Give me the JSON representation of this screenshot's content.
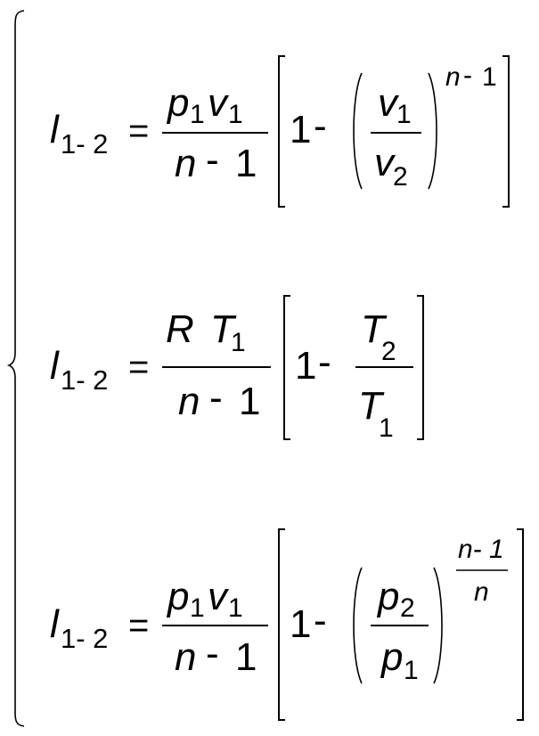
{
  "equations": [
    {
      "lhs": {
        "symbol": "l",
        "subscript": "1- 2"
      },
      "equals": "=",
      "numerator": [
        {
          "symbol": "p",
          "subscript": "1"
        },
        {
          "symbol": "v",
          "subscript": "1"
        }
      ],
      "denominator": {
        "left": "n",
        "minus": "-",
        "right": "1"
      },
      "bracket_one": "1",
      "bracket_minus": "-",
      "inner_numerator": {
        "symbol": "v",
        "subscript": "1"
      },
      "inner_denominator": {
        "symbol": "v",
        "subscript": "2"
      },
      "exponent": {
        "left": "n",
        "minus": "-",
        "right": "1"
      }
    },
    {
      "lhs": {
        "symbol": "l",
        "subscript": "1- 2"
      },
      "equals": "=",
      "numerator": [
        {
          "symbol": "R"
        },
        {
          "symbol": "T",
          "subscript": "1"
        }
      ],
      "denominator": {
        "left": "n",
        "minus": "-",
        "right": "1"
      },
      "bracket_one": "1",
      "bracket_minus": "-",
      "inner_numerator": {
        "symbol": "T",
        "subscript": "2"
      },
      "inner_denominator": {
        "symbol": "T",
        "subscript": "1"
      }
    },
    {
      "lhs": {
        "symbol": "l",
        "subscript": "1- 2"
      },
      "equals": "=",
      "numerator": [
        {
          "symbol": "p",
          "subscript": "1"
        },
        {
          "symbol": "v",
          "subscript": "1"
        }
      ],
      "denominator": {
        "left": "n",
        "minus": "-",
        "right": "1"
      },
      "bracket_one": "1",
      "bracket_minus": "-",
      "inner_numerator": {
        "symbol": "p",
        "subscript": "2"
      },
      "inner_denominator": {
        "symbol": "p",
        "subscript": "1"
      },
      "exponent": {
        "numerator": "n- 1",
        "denominator": "n"
      }
    }
  ]
}
